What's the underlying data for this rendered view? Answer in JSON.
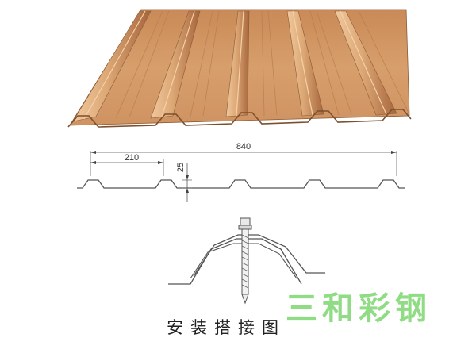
{
  "dimensions": {
    "total_width": "840",
    "rib_spacing": "210",
    "rib_height": "25"
  },
  "caption": "安装搭接图",
  "watermark": "三和彩钢",
  "colors": {
    "sheet_face": "#d59b67",
    "sheet_shadow": "#a9683e",
    "sheet_highlight": "#ecc39a",
    "watermark": "#8fdc84"
  }
}
